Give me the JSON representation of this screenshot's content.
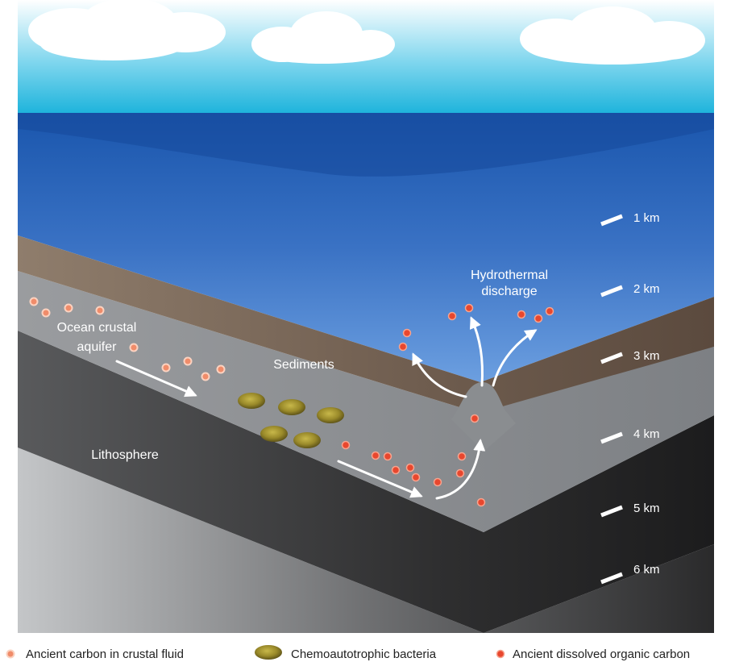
{
  "figure": {
    "labels": {
      "ocean_crustal_aquifer_line1": "Ocean crustal",
      "ocean_crustal_aquifer_line2": "aquifer",
      "sediments": "Sediments",
      "lithosphere": "Lithosphere",
      "hydrothermal_line1": "Hydrothermal",
      "hydrothermal_line2": "discharge"
    },
    "depth_scale": [
      "1 km",
      "2 km",
      "3 km",
      "4 km",
      "5 km",
      "6 km"
    ]
  },
  "legend": {
    "items": [
      {
        "label": "Ancient carbon in crustal fluid"
      },
      {
        "label": "Chemoautotrophic bacteria"
      },
      {
        "label": "Ancient dissolved organic carbon"
      }
    ]
  },
  "colors": {
    "sky_top": "#ffffff",
    "sky_bottom": "#22b8dc",
    "ocean_top": "#1e5bb0",
    "ocean_bottom": "#5f95d8",
    "sediment": "#7a6a5c",
    "crust": "#8a8d90",
    "lithosphere": "#3a3a3a",
    "crustal_fluid_dot": "#f08c6a",
    "dissolved_carbon_dot": "#e8472e",
    "bacteria": "#9a8a2a"
  }
}
